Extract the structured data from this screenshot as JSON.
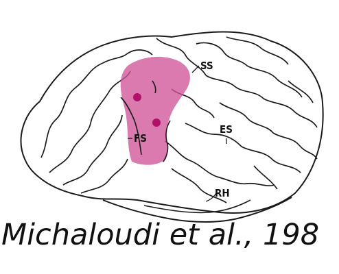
{
  "labels": {
    "ss": "SS",
    "fs": "FS",
    "es": "ES",
    "rh": "RH"
  },
  "caption": "Michaloudi et al., 198",
  "colors": {
    "highlight": "#d05598",
    "dots": "#b0106a",
    "outline": "#1a1a1a"
  }
}
